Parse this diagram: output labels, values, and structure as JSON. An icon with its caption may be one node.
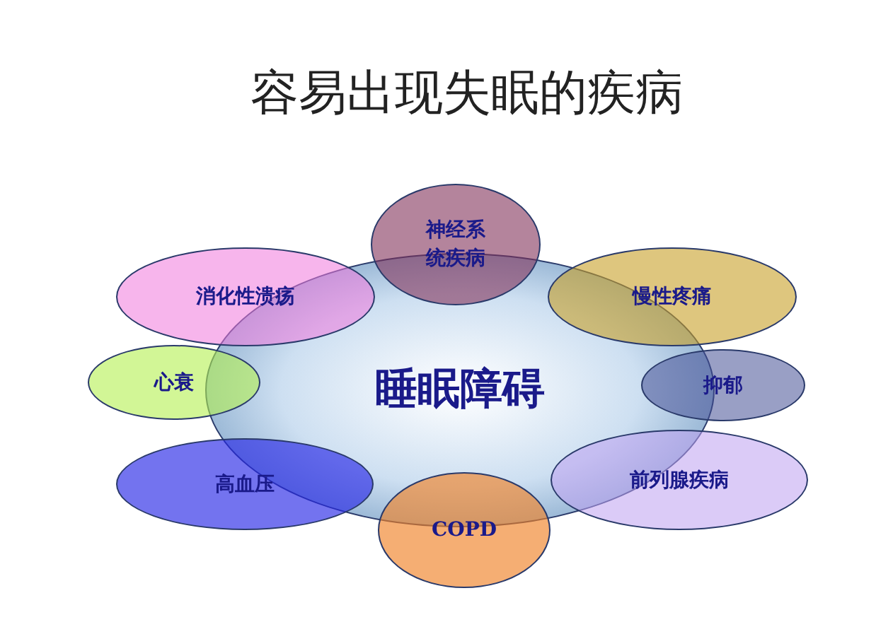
{
  "diagram": {
    "title": "容易出现失眠的疾病",
    "nodes": [
      {
        "text": [
          "睡眠障碍"
        ]
      },
      {
        "text": [
          "神经系统疾病"
        ]
      },
      {
        "text": [
          "消化性溃疡"
        ]
      },
      {
        "text": [
          "慢性疼痛"
        ]
      },
      {
        "text": [
          "心衰"
        ]
      },
      {
        "text": [
          "抑郁"
        ]
      },
      {
        "text": [
          "高血压"
        ]
      },
      {
        "text": [
          "前列腺疾病"
        ]
      },
      {
        "text": [
          "COPD"
        ]
      }
    ]
  }
}
